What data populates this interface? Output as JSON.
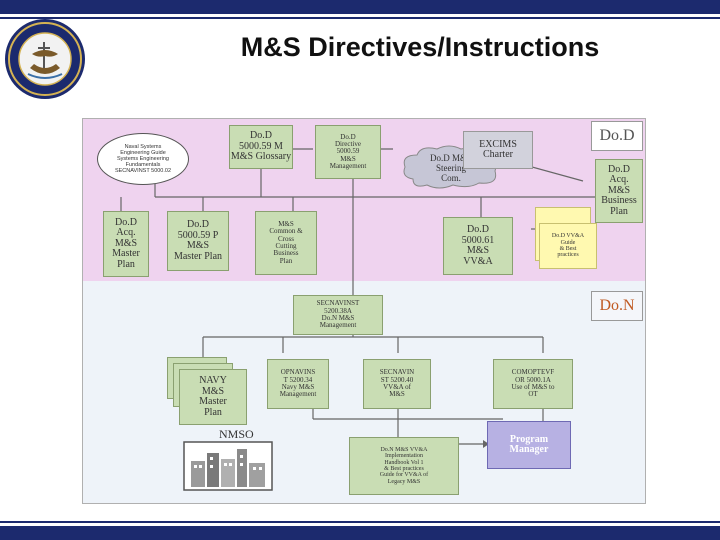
{
  "header": {
    "title": "M&S Directives/Instructions"
  },
  "seal": {
    "alt": "Department of the Navy seal"
  },
  "diagram": {
    "tags": {
      "dod": "Do.D",
      "don": "Do.N"
    },
    "ellipse": "Naval Systems\nEngineering Guide\nSystems Engineering\nFundamentals\nSECNAVINST 5000.02",
    "cloud": "Do.D M&S\nSteering\nCom.",
    "boxes": {
      "dod_5000_59m": "Do.D\n5000.59 M\nM&S Glossary",
      "dod_directive": "Do.D\nDirective\n5000.59\nM&S\nManagement",
      "excims": "EXCIMS\nCharter",
      "dod_acq_business": "Do.D\nAcq.\nM&S\nBusiness\nPlan",
      "dod_acq_master": "Do.D\nAcq.\nM&S\nMaster\nPlan",
      "dod_5000_59p": "Do.D\n5000.59 P\nM&S\nMaster Plan",
      "ms_common": "M&S\nCommon &\nCross\nCutting\nBusiness\nPlan",
      "dod_5000_61": "Do.D\n5000.61\nM&S\nVV&A",
      "dod_vva_guide": "Do.D VV&A\nGuide\n& Best\npractices",
      "secnavinst": "SECNAVINST\n5200.38A\nDo.N M&S\nManagement",
      "navy_master": "NAVY\nM&S\nMaster\nPlan",
      "opnavinst": "OPNAVINS\nT 5200.34\nNavy M&S\nManagement",
      "secnavin_5200_40": "SECNAVIN\nST 5200.40\nVV&A of\nM&S",
      "comoptevf": "COMOPTEVF\nOR 5000.1A\nUse of M&S to\nOT",
      "don_vva_handbook": "Do.N M&S VV&A\nImplementation\nHandbook Vol 1\n& Best practices\nGuide for VV&A of\nLegacy M&S",
      "program_manager": "Program\nManager"
    },
    "nmso": "NMSO"
  },
  "colors": {
    "header_bar": "#1c2a6e",
    "dod_band": "#efd3ef",
    "don_band": "#eef3f9",
    "box_green": "#c9ddb4",
    "box_purple": "#b7b1e3",
    "box_yellow": "#fff9b0",
    "don_text": "#c05a22"
  }
}
